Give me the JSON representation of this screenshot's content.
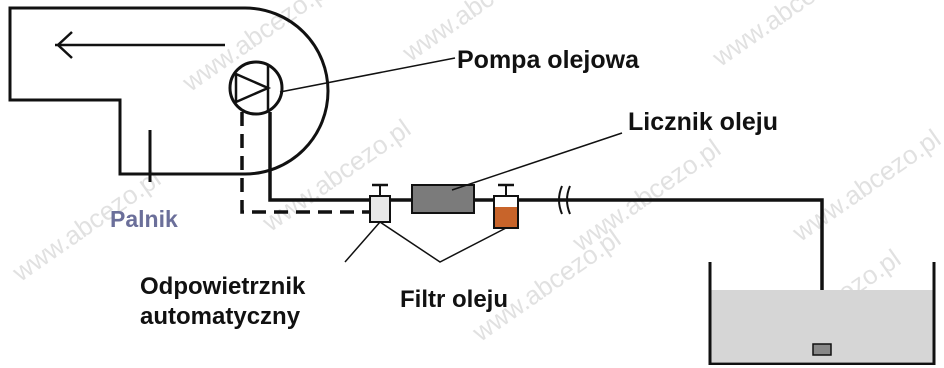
{
  "labels": {
    "pump": "Pompa olejowa",
    "meter": "Licznik oleju",
    "burner": "Palnik",
    "vent_line1": "Odpowietrznik",
    "vent_line2": "automatyczny",
    "filter": "Filtr oleju"
  },
  "watermark": "www.abcezo.pl",
  "colors": {
    "line": "#111111",
    "burner_label": "#6b6f9a",
    "meter_fill": "#7b7b7b",
    "filter_oil": "#c8642a",
    "tank_oil": "#d6d6d6"
  }
}
